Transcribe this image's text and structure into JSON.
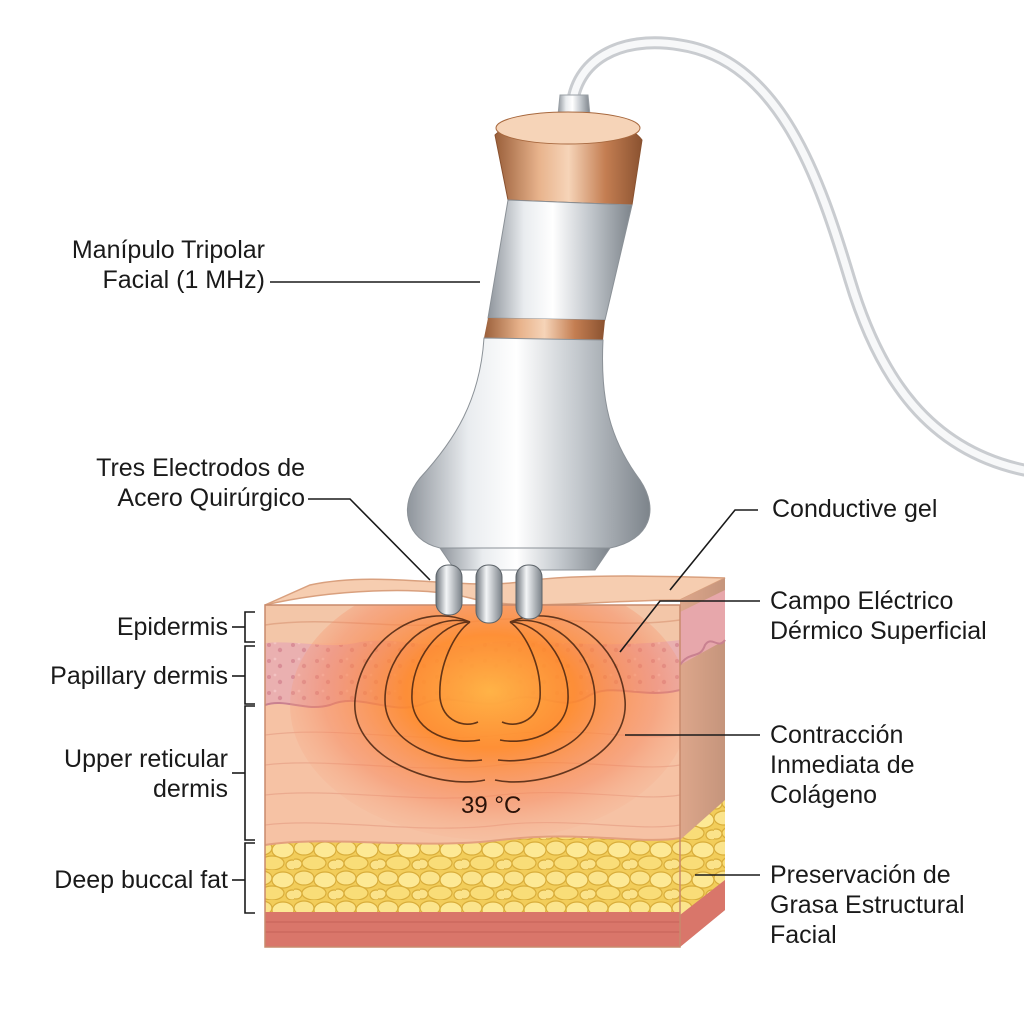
{
  "device_labels": {
    "handpiece": [
      "Manípulo Tripolar",
      "Facial (1 MHz)"
    ],
    "electrodes": [
      "Tres Electrodos de",
      "Acero Quirúrgico"
    ]
  },
  "layer_labels": {
    "epidermis": "Epidermis",
    "papillary": "Papillary dermis",
    "reticular": [
      "Upper reticular",
      "dermis"
    ],
    "fat": "Deep buccal fat"
  },
  "effect_labels": {
    "gel": "Conductive gel",
    "field": [
      "Campo Eléctrico",
      "Dérmico Superficial"
    ],
    "collagen": [
      "Contracción",
      "Inmediata de",
      "Colágeno"
    ],
    "fat_preservation": [
      "Preservación de",
      "Grasa Estructural",
      "Facial"
    ]
  },
  "temperature": "39 °C",
  "colors": {
    "copper": "#c98a5e",
    "silver": "#cfd3d8",
    "epidermis": "#f3c6a8",
    "papillary": "#e9a7a9",
    "dermis": "#f6b89a",
    "heat": "#ff7a1f",
    "fat": "#f7d76a",
    "muscle": "#d9766a"
  }
}
